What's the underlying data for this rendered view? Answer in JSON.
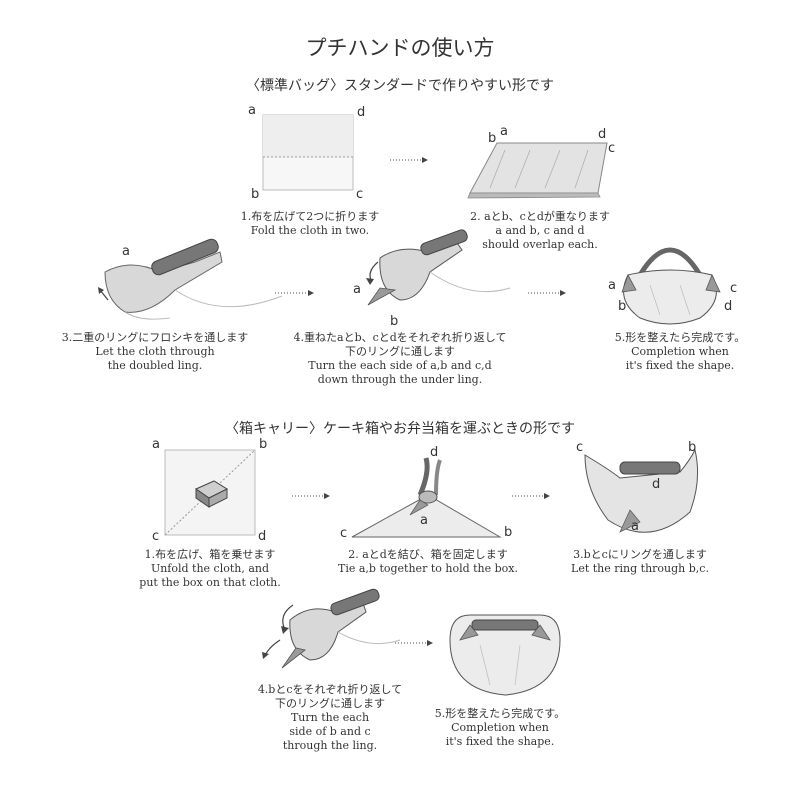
{
  "title": "プチハンドの使い方",
  "section1": {
    "heading": "〈標準バッグ〉スタンダードで作りやすい形です"
  },
  "section2": {
    "heading": "〈箱キャリー〉ケーキ箱やお弁当箱を運ぶときの形です"
  },
  "bag_steps": [
    {
      "jp": "1.布を広げて2つに折ります",
      "en": [
        "Fold the cloth in two."
      ]
    },
    {
      "jp": "2. aとb、cとdが重なります",
      "en": [
        "a and b, c and d",
        "should overlap each."
      ]
    },
    {
      "jp": "3.二重のリングにフロシキを通します",
      "en": [
        "Let the cloth through",
        "the doubled ling."
      ]
    },
    {
      "jp": "4.重ねたaとb、cとdをそれぞれ折り返して",
      "jp2": "下のリングに通します",
      "en": [
        "Turn the each side of a,b and c,d",
        "down through the under ling."
      ]
    },
    {
      "jp": "5.形を整えたら完成です。",
      "en": [
        "Completion when",
        "it's fixed the shape."
      ]
    }
  ],
  "box_steps": [
    {
      "jp": "1.布を広げ、箱を乗せます",
      "en": [
        "Unfold the cloth, and",
        "put the box on that cloth."
      ]
    },
    {
      "jp": "2. aとdを結び、箱を固定します",
      "en": [
        "Tie a,b together to hold the box."
      ]
    },
    {
      "jp": "3.bとcにリングを通します",
      "en": [
        "Let the ring through b,c."
      ]
    },
    {
      "jp": "4.bとcをそれぞれ折り返して",
      "jp2": "下のリングに通します",
      "en": [
        "Turn the each",
        "side of b and c",
        "through the ling."
      ]
    },
    {
      "jp": "5.形を整えたら完成です。",
      "en": [
        "Completion when",
        "it's fixed the shape."
      ]
    }
  ],
  "corner_letters": {
    "a": "a",
    "b": "b",
    "c": "c",
    "d": "d"
  },
  "icons": [
    "dotted-arrow-icon",
    "curved-arrow-icon",
    "box-icon",
    "ring-icon"
  ]
}
